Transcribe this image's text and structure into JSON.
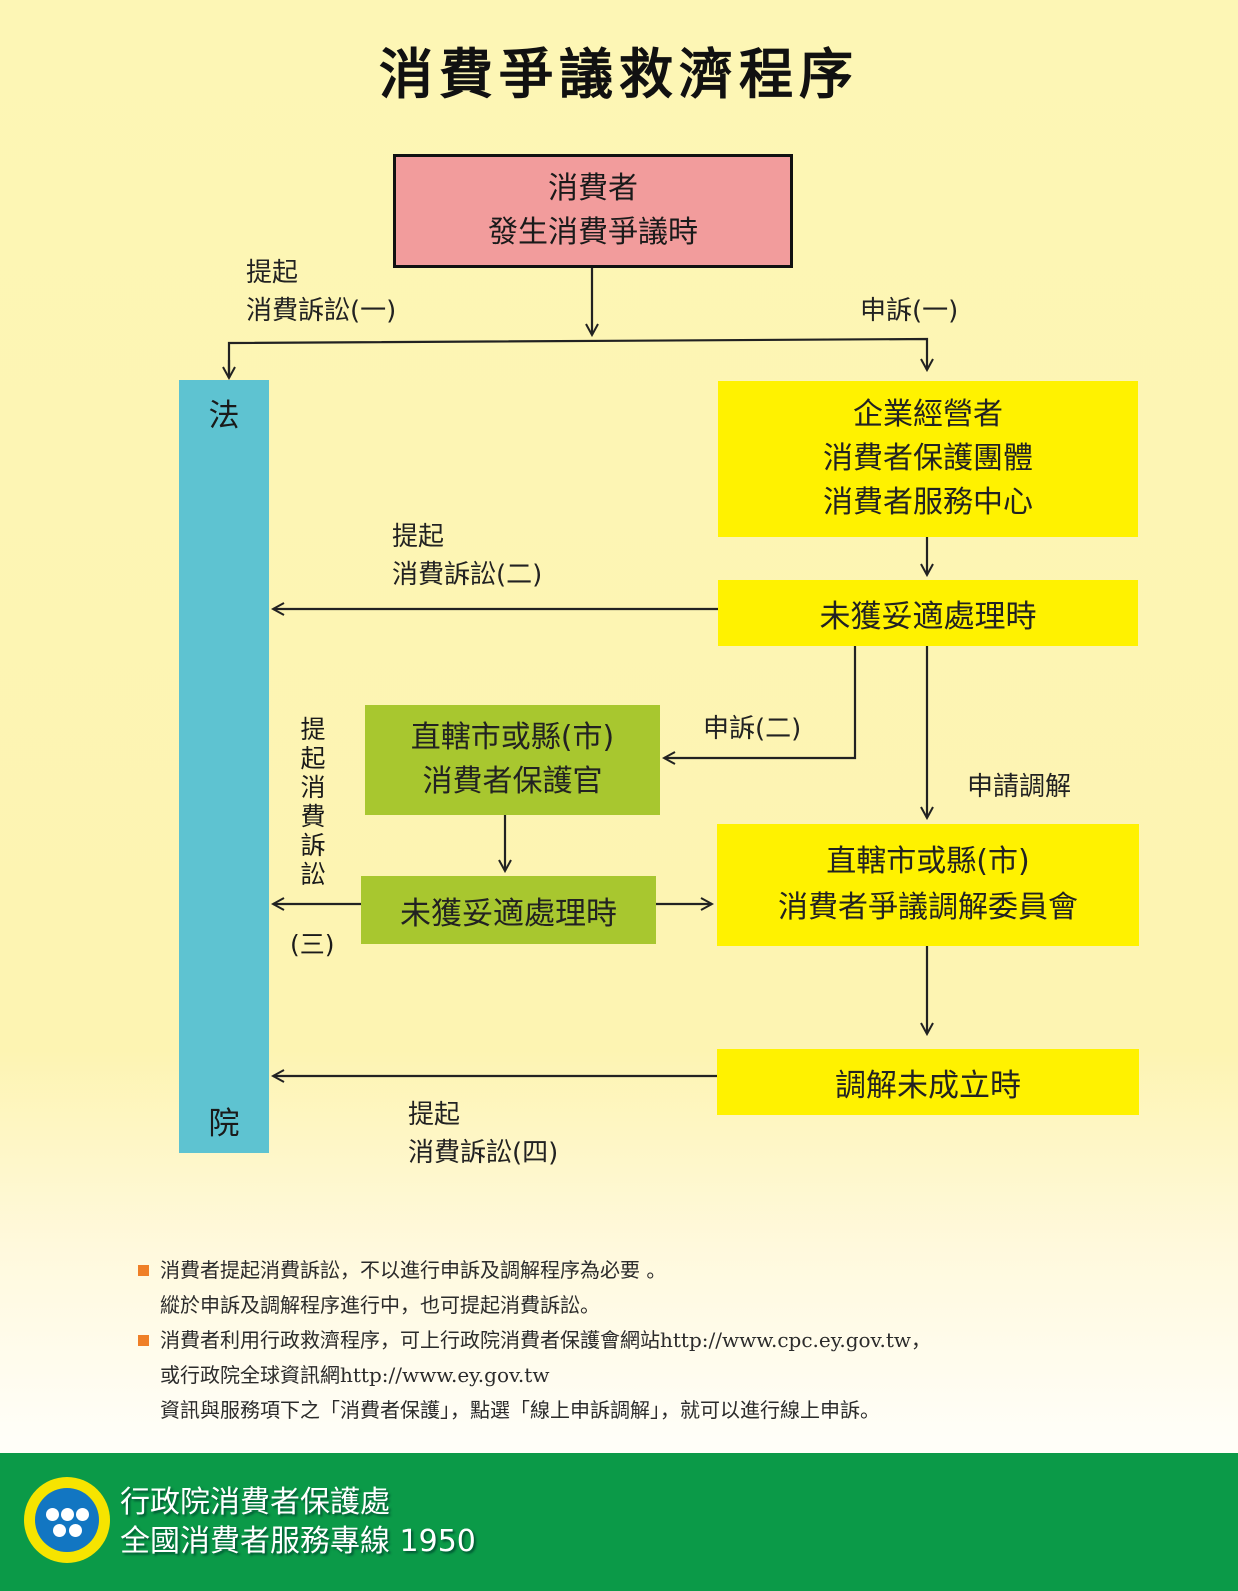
{
  "title": "消費爭議救濟程序",
  "boxes": {
    "start": [
      "消費者",
      "發生消費爭議時"
    ],
    "business": [
      "企業經營者",
      "消費者保護團體",
      "消費者服務中心"
    ],
    "unresolved_1": "未獲妥適處理時",
    "officer": [
      "直轄市或縣(市)",
      "消費者保護官"
    ],
    "unresolved_2": "未獲妥適處理時",
    "mediation": [
      "直轄市或縣(市)",
      "消費者爭議調解委員會"
    ],
    "mediation_failed": "調解未成立時",
    "court_top": "法",
    "court_bottom": "院"
  },
  "labels": {
    "lawsuit_1": [
      "提起",
      "消費訴訟(一)"
    ],
    "complaint_1": "申訴(一)",
    "lawsuit_2": [
      "提起",
      "消費訴訟(二)"
    ],
    "complaint_2": "申訴(二)",
    "apply_mediation": "申請調解",
    "lawsuit_3_chars": [
      "提",
      "起",
      "消",
      "費",
      "訴",
      "訟"
    ],
    "lawsuit_3_num": "(三)",
    "lawsuit_4": [
      "提起",
      "消費訴訟(四)"
    ]
  },
  "notes": [
    [
      "消費者提起消費訴訟，不以進行申訴及調解程序為必要 。",
      "縱於申訴及調解程序進行中，也可提起消費訴訟。"
    ],
    [
      "消費者利用行政救濟程序，可上行政院消費者保護會網站http://www.cpc.ey.gov.tw，",
      "或行政院全球資訊網http://www.ey.gov.tw",
      "資訊與服務項下之「消費者保護」，點選「線上申訴調解」，就可以進行線上申訴。"
    ]
  ],
  "footer": {
    "org": "行政院消費者保護處",
    "hotline": "全國消費者服務專線 1950"
  },
  "colors": {
    "start_box": "#f29c9c",
    "yellow_box": "#fff200",
    "green_box": "#a8c72f",
    "court_box": "#5ec3d1",
    "footer": "#0b9a48",
    "bullet": "#ef7f27"
  }
}
